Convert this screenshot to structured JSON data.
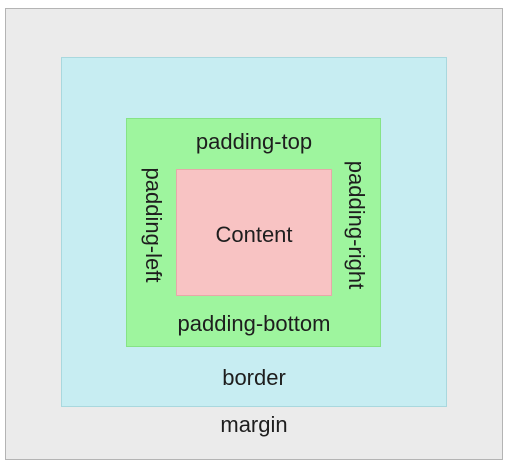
{
  "diagram": {
    "margin_label": "margin",
    "border_label": "border",
    "padding_top_label": "padding-top",
    "padding_bottom_label": "padding-bottom",
    "padding_left_label": "padding-left",
    "padding_right_label": "padding-right",
    "content_label": "Content"
  },
  "colors": {
    "margin": "#ebebeb",
    "border": "#c7edf2",
    "padding": "#9ef59e",
    "content": "#f8c3c3"
  }
}
